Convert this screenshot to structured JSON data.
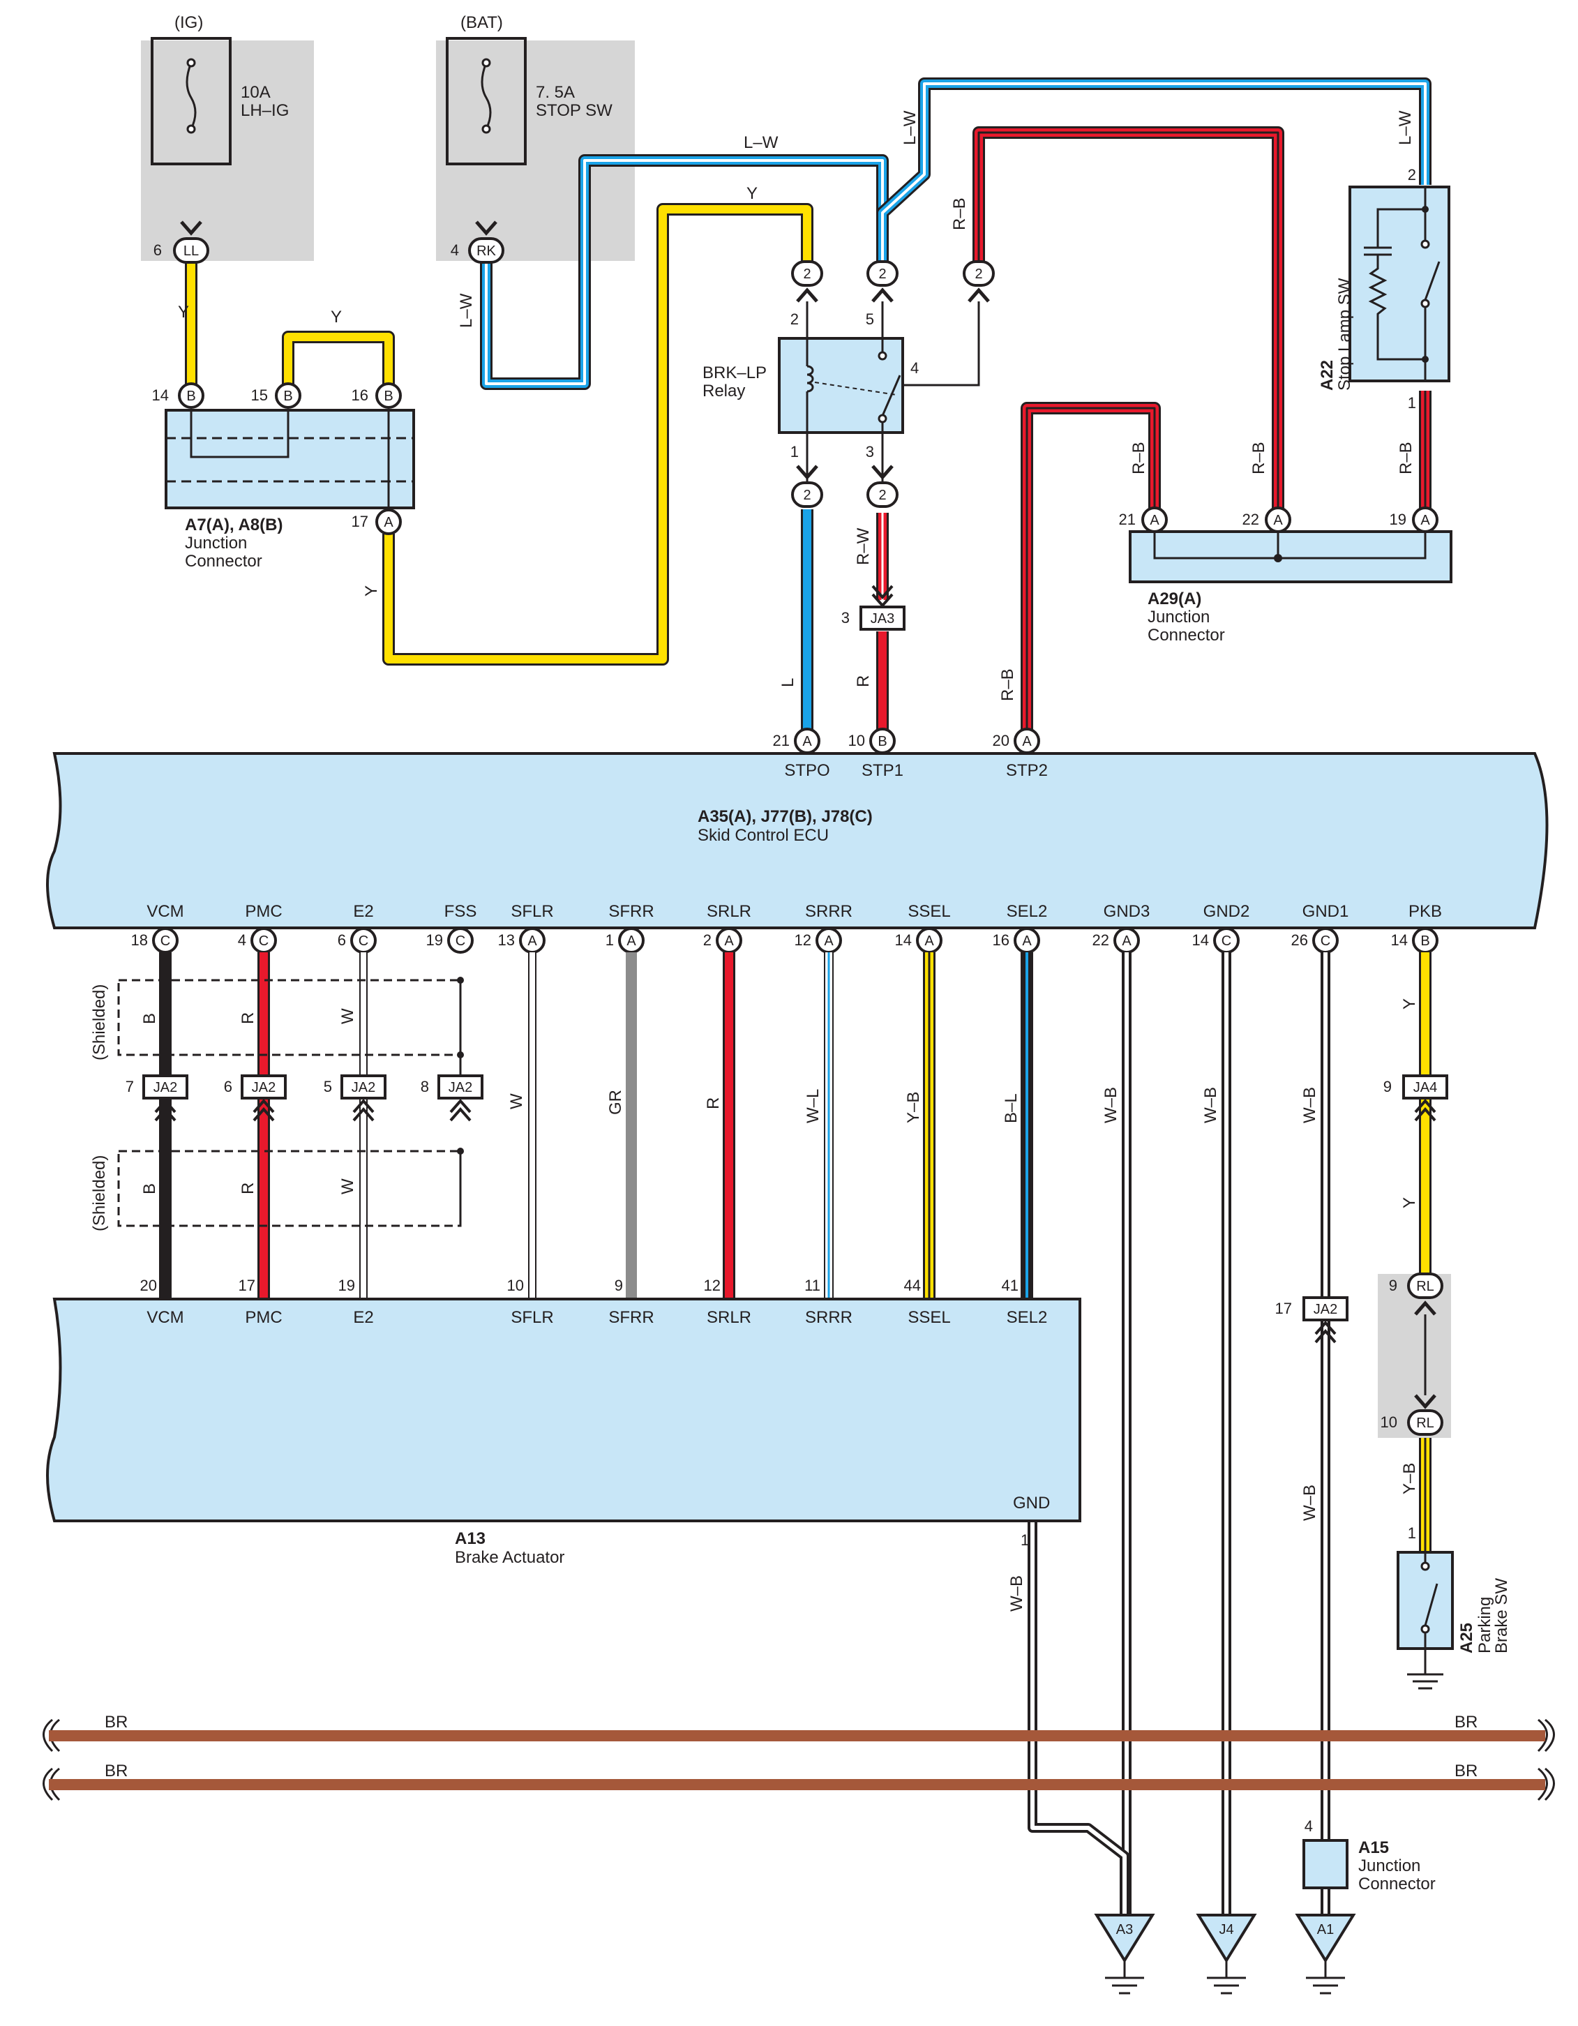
{
  "colors": {
    "Y": "#ffe000",
    "L": "#1aa3e8",
    "R": "#e8192c",
    "BR": "#a5583a",
    "GR": "#8c8c8c",
    "B": "#231f20",
    "W": "#ffffff",
    "ecu_fill": "#c8e6f7",
    "grey_box": "#d6d6d6"
  },
  "fuses": {
    "ig": {
      "supply": "(IG)",
      "rating": "10A",
      "name": "LH–IG",
      "pin": "6",
      "connector": "LL"
    },
    "bat": {
      "supply": "(BAT)",
      "rating": "7. 5A",
      "name": "STOP SW",
      "pin": "4",
      "connector": "RK"
    }
  },
  "wires": {
    "ig_y": "Y",
    "bat_lw": "L–W",
    "relay_top_y": "Y",
    "relay_top_lw": "L–W",
    "top_lw": "L–W",
    "relay_rb": "R–B",
    "a7_y_bridge": "Y",
    "a7_y_out": "Y",
    "stp1_rw": "R–W",
    "stpo_l": "L",
    "stp1_r": "R",
    "stp2_rb": "R–B",
    "a29_rb1": "R–B",
    "a29_rb2": "R–B",
    "a22_lw": "L–W",
    "a22_rb": "R–B"
  },
  "relay": {
    "name": "BRK–LP",
    "sub": "Relay",
    "pins": {
      "p1": "1",
      "p2": "2",
      "p3": "3",
      "p4": "4",
      "p5": "5"
    },
    "conn": "2"
  },
  "stop_lamp_sw": {
    "code": "A22",
    "name": "Stop Lamp SW",
    "pin_top": "2",
    "pin_bottom": "1"
  },
  "a7": {
    "code": "A7(A), A8(B)",
    "name1": "Junction",
    "name2": "Connector",
    "pins": [
      {
        "num": "14",
        "letter": "B"
      },
      {
        "num": "15",
        "letter": "B"
      },
      {
        "num": "16",
        "letter": "B"
      },
      {
        "num": "17",
        "letter": "A"
      }
    ]
  },
  "a29": {
    "code": "A29(A)",
    "name1": "Junction",
    "name2": "Connector",
    "pins": [
      {
        "num": "21",
        "letter": "A"
      },
      {
        "num": "22",
        "letter": "A"
      },
      {
        "num": "19",
        "letter": "A"
      }
    ]
  },
  "ja3": {
    "num": "3",
    "name": "JA3"
  },
  "ecu": {
    "code": "A35(A), J77(B), J78(C)",
    "name": "Skid Control ECU",
    "top_pins": [
      {
        "num": "21",
        "letter": "A",
        "label": "STPO"
      },
      {
        "num": "10",
        "letter": "B",
        "label": "STP1"
      },
      {
        "num": "20",
        "letter": "A",
        "label": "STP2"
      }
    ],
    "bottom_pins": [
      {
        "num": "18",
        "letter": "C",
        "label": "VCM"
      },
      {
        "num": "4",
        "letter": "C",
        "label": "PMC"
      },
      {
        "num": "6",
        "letter": "C",
        "label": "E2"
      },
      {
        "num": "19",
        "letter": "C",
        "label": "FSS"
      },
      {
        "num": "13",
        "letter": "A",
        "label": "SFLR"
      },
      {
        "num": "1",
        "letter": "A",
        "label": "SFRR"
      },
      {
        "num": "2",
        "letter": "A",
        "label": "SRLR"
      },
      {
        "num": "12",
        "letter": "A",
        "label": "SRRR"
      },
      {
        "num": "14",
        "letter": "A",
        "label": "SSEL"
      },
      {
        "num": "16",
        "letter": "A",
        "label": "SEL2"
      },
      {
        "num": "22",
        "letter": "A",
        "label": "GND3"
      },
      {
        "num": "14",
        "letter": "C",
        "label": "GND2"
      },
      {
        "num": "26",
        "letter": "C",
        "label": "GND1"
      },
      {
        "num": "14",
        "letter": "B",
        "label": "PKB"
      }
    ]
  },
  "lower_wires": {
    "vcm_b1": "B",
    "vcm_b2": "B",
    "pmc_r1": "R",
    "pmc_r2": "R",
    "e2_w1": "W",
    "e2_w2": "W",
    "sflr": "W",
    "sfrr": "GR",
    "srlr": "R",
    "srrr": "W–L",
    "ssel": "Y–B",
    "sel2": "B–L",
    "gnd3": "W–B",
    "gnd2": "W–B",
    "gnd1_a": "W–B",
    "gnd1_b": "W–B",
    "pkb_y1": "Y",
    "pkb_y2": "Y",
    "pkb_yb": "Y–B",
    "act_gnd": "W–B",
    "shielded": "(Shielded)"
  },
  "ja2": [
    {
      "num": "7",
      "name": "JA2"
    },
    {
      "num": "6",
      "name": "JA2"
    },
    {
      "num": "5",
      "name": "JA2"
    },
    {
      "num": "8",
      "name": "JA2"
    }
  ],
  "ja2_gnd": {
    "num": "17",
    "name": "JA2"
  },
  "ja4": {
    "num": "9",
    "name": "JA4"
  },
  "rl": {
    "top_num": "9",
    "bottom_num": "10",
    "name": "RL"
  },
  "actuator": {
    "code": "A13",
    "name": "Brake Actuator",
    "pins": [
      {
        "num": "20",
        "label": "VCM"
      },
      {
        "num": "17",
        "label": "PMC"
      },
      {
        "num": "19",
        "label": "E2"
      },
      {
        "num": "10",
        "label": "SFLR"
      },
      {
        "num": "9",
        "label": "SFRR"
      },
      {
        "num": "12",
        "label": "SRLR"
      },
      {
        "num": "11",
        "label": "SRRR"
      },
      {
        "num": "44",
        "label": "SSEL"
      },
      {
        "num": "41",
        "label": "SEL2"
      }
    ],
    "gnd_label": "GND",
    "gnd_pin": "1"
  },
  "parking_sw": {
    "code": "A25",
    "name1": "Parking",
    "name2": "Brake SW",
    "pin": "1"
  },
  "br_bus": {
    "left1": "BR",
    "right1": "BR",
    "left2": "BR",
    "right2": "BR"
  },
  "a15": {
    "code": "A15",
    "name1": "Junction",
    "name2": "Connector",
    "pin": "4"
  },
  "grounds": [
    "A3",
    "J4",
    "A1"
  ]
}
